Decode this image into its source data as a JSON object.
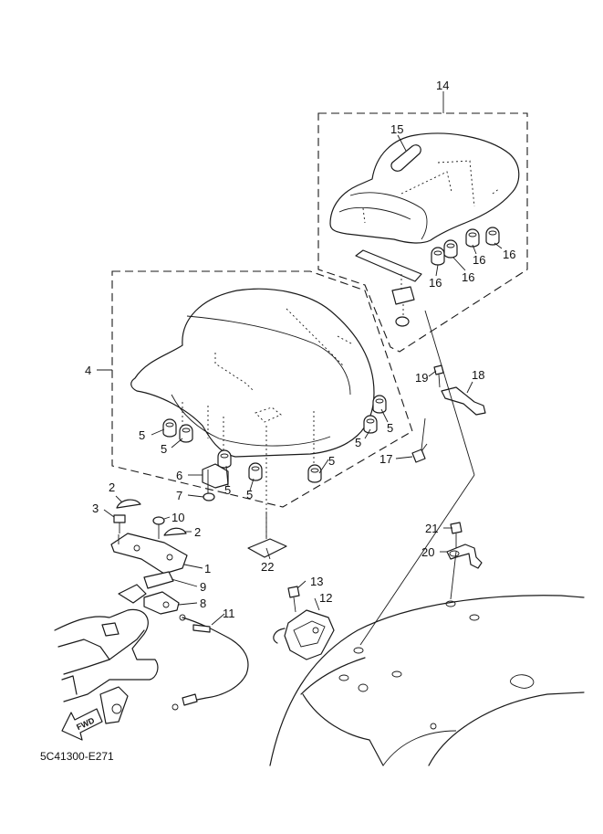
{
  "diagram": {
    "diagram_code": "5C41300-E271",
    "fwd_text": "FWD",
    "callouts": {
      "c1": "1",
      "c2a": "2",
      "c2b": "2",
      "c3": "3",
      "c4": "4",
      "c5a": "5",
      "c5b": "5",
      "c5c": "5",
      "c5d": "5",
      "c5e": "5",
      "c5f": "5",
      "c5g": "5",
      "c6": "6",
      "c7": "7",
      "c8": "8",
      "c9": "9",
      "c10": "10",
      "c11": "11",
      "c12": "12",
      "c13": "13",
      "c14": "14",
      "c15": "15",
      "c16a": "16",
      "c16b": "16",
      "c16c": "16",
      "c16d": "16",
      "c17": "17",
      "c18": "18",
      "c19": "19",
      "c20": "20",
      "c21": "21",
      "c22": "22"
    }
  }
}
